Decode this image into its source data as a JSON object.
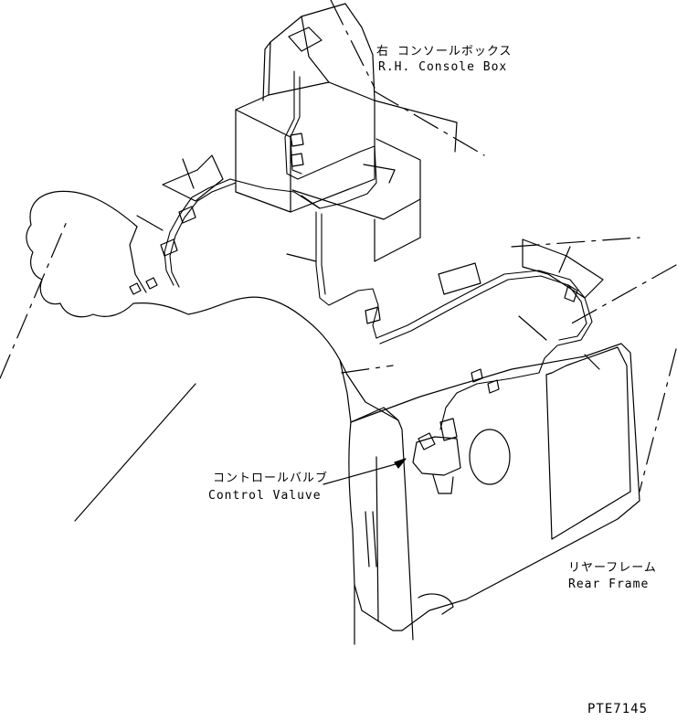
{
  "labels": {
    "rh_console_box_jp": "右 コンソールボックス",
    "rh_console_box_en": "R.H. Console Box",
    "control_valve_jp": "コントロールバルブ",
    "control_valve_en": "Control Valuve",
    "rear_frame_jp": "リヤーフレーム",
    "rear_frame_en": "Rear Frame",
    "drawing_code": "PTE7145"
  },
  "colors": {
    "line": "#000000",
    "background": "#ffffff"
  }
}
